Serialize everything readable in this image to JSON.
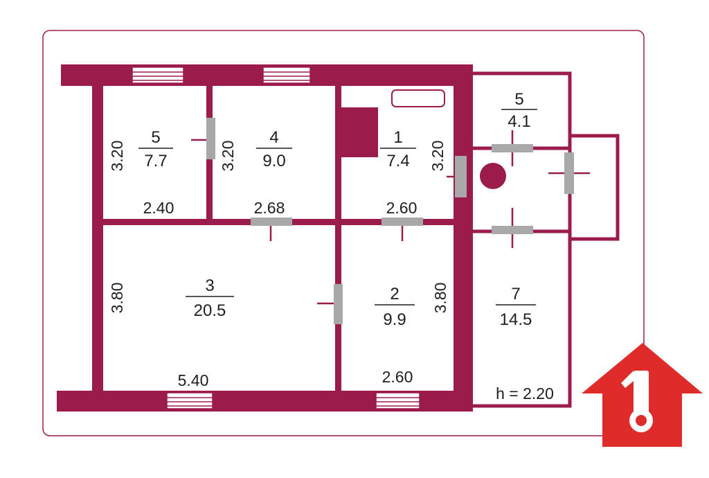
{
  "rooms": [
    {
      "id": "r5a",
      "number": "5",
      "area": "7.7"
    },
    {
      "id": "r4",
      "number": "4",
      "area": "9.0"
    },
    {
      "id": "r1",
      "number": "1",
      "area": "7.4"
    },
    {
      "id": "r5b",
      "number": "5",
      "area": "4.1"
    },
    {
      "id": "r3",
      "number": "3",
      "area": "20.5"
    },
    {
      "id": "r2",
      "number": "2",
      "area": "9.9"
    },
    {
      "id": "r7",
      "number": "7",
      "area": "14.5"
    }
  ],
  "dimensions": {
    "r5a_height": "3.20",
    "r4_height": "3.20",
    "r1_height": "3.20",
    "r5a_width": "2.40",
    "r4_width": "2.68",
    "r1_width": "2.60",
    "r3_height": "3.80",
    "r2_height": "3.80",
    "r3_width": "5.40",
    "r2_width": "2.60"
  },
  "ceiling_height": "h = 2.20",
  "colors": {
    "wall": "#9b1b4a",
    "door": "#a8a8a8",
    "logo": "#e02b2b"
  },
  "icons": {
    "logo": "house-key-logo"
  }
}
